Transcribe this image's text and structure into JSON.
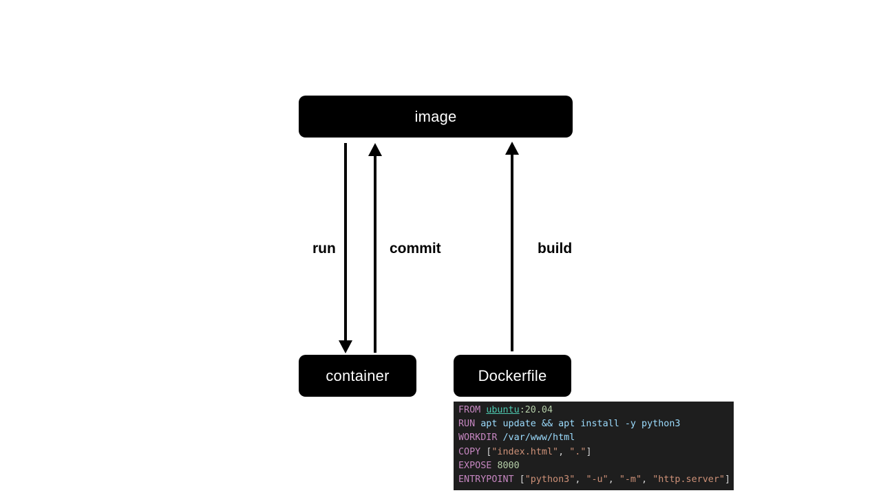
{
  "nodes": {
    "image": "image",
    "container": "container",
    "dockerfile": "Dockerfile"
  },
  "edges": {
    "run": "run",
    "commit": "commit",
    "build": "build"
  },
  "dockerfile_code": [
    [
      {
        "t": "FROM",
        "c": "kw"
      },
      {
        "t": " "
      },
      {
        "t": "ubuntu",
        "c": "link"
      },
      {
        "t": ":20.04",
        "c": "num"
      }
    ],
    [
      {
        "t": "RUN",
        "c": "kw"
      },
      {
        "t": " apt update && apt install -y python3",
        "c": "id"
      }
    ],
    [
      {
        "t": "WORKDIR",
        "c": "kw"
      },
      {
        "t": " /var/www/html",
        "c": "id"
      }
    ],
    [
      {
        "t": "COPY",
        "c": "kw"
      },
      {
        "t": " ["
      },
      {
        "t": "\"index.html\"",
        "c": "str"
      },
      {
        "t": ", "
      },
      {
        "t": "\".\"",
        "c": "str"
      },
      {
        "t": "]"
      }
    ],
    [
      {
        "t": "EXPOSE",
        "c": "kw"
      },
      {
        "t": " "
      },
      {
        "t": "8000",
        "c": "num"
      }
    ],
    [
      {
        "t": "ENTRYPOINT",
        "c": "kw"
      },
      {
        "t": " ["
      },
      {
        "t": "\"python3\"",
        "c": "str"
      },
      {
        "t": ", "
      },
      {
        "t": "\"-u\"",
        "c": "str"
      },
      {
        "t": ", "
      },
      {
        "t": "\"-m\"",
        "c": "str"
      },
      {
        "t": ", "
      },
      {
        "t": "\"http.server\"",
        "c": "str"
      },
      {
        "t": "]"
      }
    ]
  ]
}
